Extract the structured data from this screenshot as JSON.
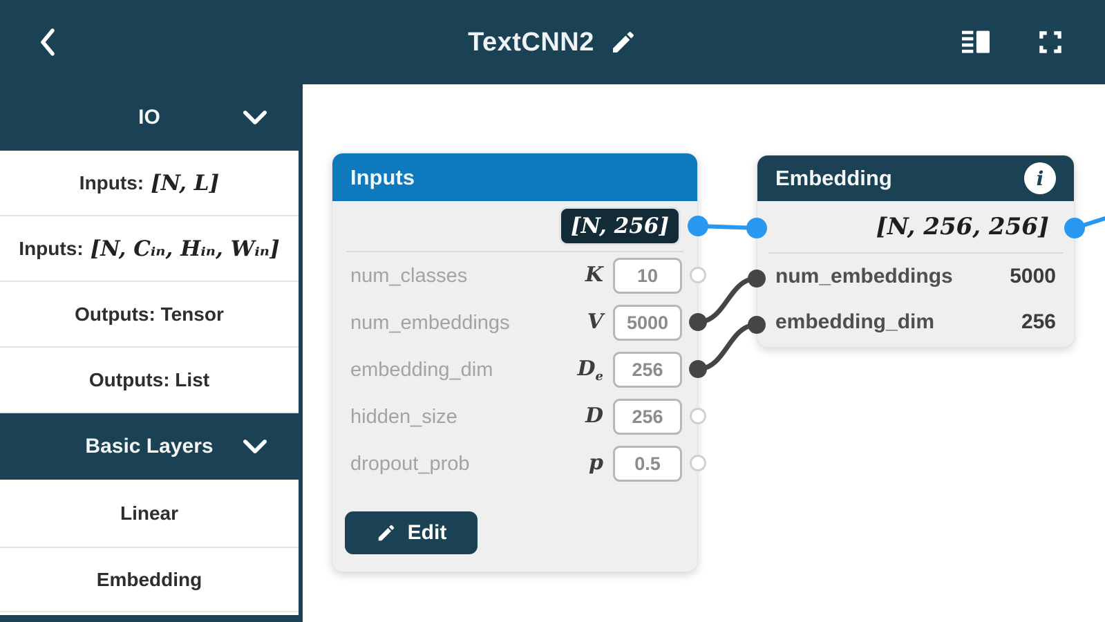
{
  "header": {
    "title": "TextCNN2",
    "icons": {
      "back": "chevron-left",
      "rename": "pencil",
      "panel": "sidebar-layout",
      "fullscreen": "expand-corners"
    }
  },
  "sidebar": {
    "sections": [
      {
        "label": "IO",
        "items": [
          {
            "prefix": "Inputs: ",
            "math": "[N, L]"
          },
          {
            "prefix": "Inputs: ",
            "math": "[N, Cᵢₙ, Hᵢₙ, Wᵢₙ]"
          },
          {
            "prefix": "Outputs: Tensor",
            "math": ""
          },
          {
            "prefix": "Outputs: List",
            "math": ""
          }
        ]
      },
      {
        "label": "Basic Layers",
        "items": [
          {
            "label": "Linear"
          },
          {
            "label": "Embedding"
          }
        ]
      }
    ]
  },
  "inputs_node": {
    "title": "Inputs",
    "output_shape": "[N, 256]",
    "params": [
      {
        "name": "num_classes",
        "symbol": "K",
        "symbol_sub": "",
        "value": "10",
        "port": "open"
      },
      {
        "name": "num_embeddings",
        "symbol": "V",
        "symbol_sub": "",
        "value": "5000",
        "port": "filled"
      },
      {
        "name": "embedding_dim",
        "symbol": "D",
        "symbol_sub": "e",
        "value": "256",
        "port": "filled"
      },
      {
        "name": "hidden_size",
        "symbol": "D",
        "symbol_sub": "",
        "value": "256",
        "port": "open"
      },
      {
        "name": "dropout_prob",
        "symbol": "p",
        "symbol_sub": "",
        "value": "0.5",
        "port": "open"
      }
    ],
    "edit_label": "Edit"
  },
  "embedding_node": {
    "title": "Embedding",
    "output_shape": "[N, 256, 256]",
    "params": [
      {
        "name": "num_embeddings",
        "value": "5000"
      },
      {
        "name": "embedding_dim",
        "value": "256"
      }
    ]
  },
  "connections": [
    {
      "from": "inputs.output",
      "to": "embedding.input",
      "color": "#2898f0"
    },
    {
      "from": "inputs.num_embeddings",
      "to": "embedding.num_embeddings",
      "color": "#454545"
    },
    {
      "from": "inputs.embedding_dim",
      "to": "embedding.embedding_dim",
      "color": "#454545"
    },
    {
      "from": "embedding.output",
      "to": "offscreen-right",
      "color": "#2898f0"
    }
  ],
  "colors": {
    "header_bg": "#1b4254",
    "inputs_header": "#0e79bd",
    "node_body": "#efefef",
    "port_blue": "#2898f0",
    "edge_dark": "#454545",
    "badge_bg": "#132b36"
  }
}
